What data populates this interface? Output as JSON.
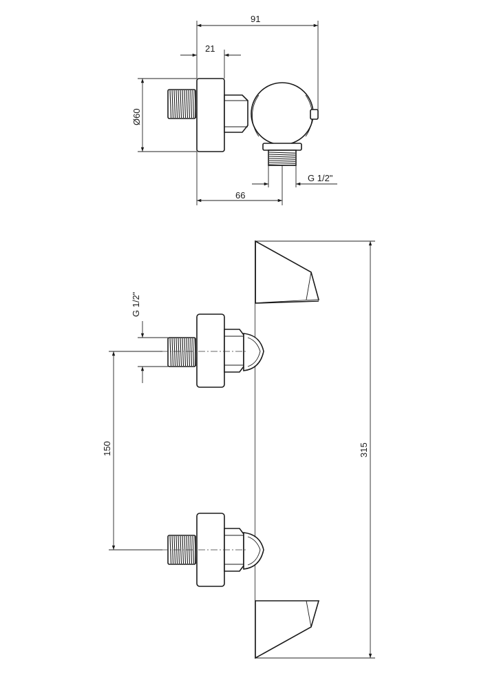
{
  "drawing": {
    "top_view": {
      "dim_width_total": "91",
      "dim_wall_plate": "21",
      "dim_diameter": "Ø60",
      "dim_outlet_offset": "66",
      "dim_outlet_thread": "G 1/2\""
    },
    "front_view": {
      "dim_inlet_thread": "G 1/2\"",
      "dim_inlet_spacing": "150",
      "dim_body_length": "315"
    }
  }
}
